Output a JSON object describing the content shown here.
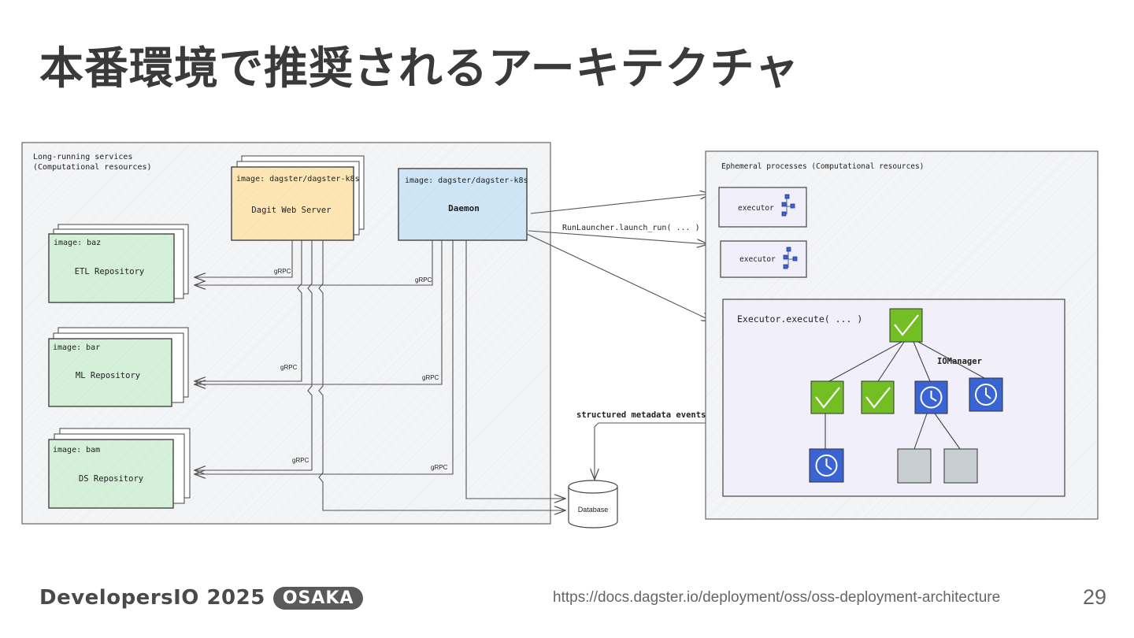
{
  "slide": {
    "title": "本番環境で推奨されるアーキテクチャ",
    "footer_brand": "DevelopersIO 2025",
    "footer_badge": "OSAKA",
    "source_url": "https://docs.dagster.io/deployment/oss/oss-deployment-architecture",
    "page_number": "29"
  },
  "diagram": {
    "long_running": {
      "title_line1": "Long-running services",
      "title_line2": "(Computational resources)"
    },
    "webserver": {
      "image": "image: dagster/dagster-k8s",
      "name": "Dagit Web Server"
    },
    "daemon": {
      "image": "image: dagster/dagster-k8s",
      "name": "Daemon"
    },
    "repositories": [
      {
        "image": "image: baz",
        "name": "ETL Repository"
      },
      {
        "image": "image: bar",
        "name": "ML Repository"
      },
      {
        "image": "image: bam",
        "name": "DS Repository"
      }
    ],
    "grpc_label": "gRPC",
    "database_label": "Database",
    "run_launcher_label": "RunLauncher.launch_run( ... )",
    "metadata_label": "structured metadata events",
    "ephemeral": {
      "title": "Ephemeral processes (Computational resources)",
      "executors": [
        "executor",
        "executor"
      ],
      "execute_label": "Executor.execute( ... )",
      "iomanager_label": "IOManager"
    },
    "colors": {
      "webserver_fill": "#fde6b4",
      "daemon_fill": "#cfe6f7",
      "repo_fill": "#d5f0d8",
      "success_green": "#72bf24",
      "pending_blue": "#3a63d4",
      "idle_gray": "#c8cdd1",
      "executor_fill": "#f1effa",
      "panel_fill": "#f3f4f6"
    }
  }
}
